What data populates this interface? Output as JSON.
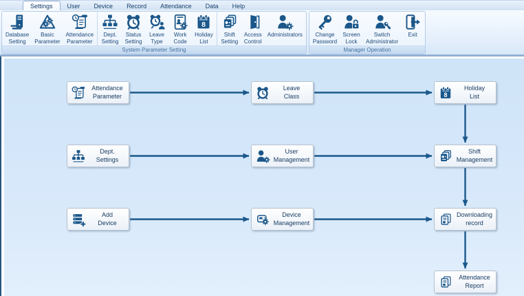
{
  "tabs": [
    {
      "label": "Settings",
      "active": true
    },
    {
      "label": "User",
      "active": false
    },
    {
      "label": "Device",
      "active": false
    },
    {
      "label": "Record",
      "active": false
    },
    {
      "label": "Attendance",
      "active": false
    },
    {
      "label": "Data",
      "active": false
    },
    {
      "label": "Help",
      "active": false
    }
  ],
  "ribbon": {
    "groups": [
      {
        "label": "System Parameter Setting",
        "clusters": [
          [
            {
              "label": "Database Setting",
              "icon": "computer-tower-icon"
            },
            {
              "label": "Basic Parameter",
              "icon": "triangle-gears-icon"
            },
            {
              "label": "Attendance Parameter",
              "icon": "scroll-clock-icon"
            }
          ],
          [
            {
              "label": "Dept. Setting",
              "icon": "org-tree-icon"
            },
            {
              "label": "Status Setting",
              "icon": "alarm-clock-icon"
            },
            {
              "label": "Leave Type",
              "icon": "alarm-person-icon"
            },
            {
              "label": "Work Code",
              "icon": "badge-gear-icon"
            },
            {
              "label": "Holiday List",
              "icon": "calendar-icon"
            }
          ],
          [
            {
              "label": "Shift Setting",
              "icon": "cards-stack-icon"
            },
            {
              "label": "Access Control",
              "icon": "door-icon"
            },
            {
              "label": "Administrators",
              "icon": "person-gear-icon"
            }
          ]
        ]
      },
      {
        "label": "Manager Operation",
        "clusters": [
          [
            {
              "label": "Change Password",
              "icon": "key-icon"
            },
            {
              "label": "Screen Lock",
              "icon": "person-lock-icon"
            },
            {
              "label": "Switch Administrator",
              "icon": "person-key-icon"
            },
            {
              "label": "Exit",
              "icon": "exit-door-icon"
            }
          ]
        ]
      }
    ]
  },
  "flowchart": {
    "nodes": [
      {
        "id": "attendance-parameter",
        "label": "Attendance Parameter",
        "icon": "scroll-clock-icon",
        "col": 0,
        "row": 0
      },
      {
        "id": "leave-class",
        "label": "Leave Class",
        "icon": "alarm-clock-icon",
        "col": 1,
        "row": 0
      },
      {
        "id": "holiday-list",
        "label": "Holiday List",
        "icon": "calendar-icon",
        "col": 2,
        "row": 0
      },
      {
        "id": "dept-settings",
        "label": "Dept. Settings",
        "icon": "org-tree-icon",
        "col": 0,
        "row": 1
      },
      {
        "id": "user-management",
        "label": "User Management",
        "icon": "person-gear-icon",
        "col": 1,
        "row": 1
      },
      {
        "id": "shift-management",
        "label": "Shift Management",
        "icon": "cards-stack-icon",
        "col": 2,
        "row": 1
      },
      {
        "id": "add-device",
        "label": "Add Device",
        "icon": "server-plus-icon",
        "col": 0,
        "row": 2
      },
      {
        "id": "device-management",
        "label": "Device Management",
        "icon": "device-gear-icon",
        "col": 1,
        "row": 2
      },
      {
        "id": "downloading-record",
        "label": "Downloading record",
        "icon": "document-icon",
        "col": 2,
        "row": 2
      },
      {
        "id": "attendance-report",
        "label": "Attendance Report",
        "icon": "document-icon",
        "col": 2,
        "row": 3
      }
    ],
    "arrows": [
      {
        "from": "attendance-parameter",
        "to": "leave-class"
      },
      {
        "from": "leave-class",
        "to": "holiday-list"
      },
      {
        "from": "dept-settings",
        "to": "user-management"
      },
      {
        "from": "user-management",
        "to": "shift-management"
      },
      {
        "from": "add-device",
        "to": "device-management"
      },
      {
        "from": "device-management",
        "to": "downloading-record"
      },
      {
        "from": "holiday-list",
        "to": "shift-management"
      },
      {
        "from": "shift-management",
        "to": "downloading-record"
      },
      {
        "from": "downloading-record",
        "to": "attendance-report"
      }
    ]
  },
  "colors": {
    "icon_primary": "#1b578a",
    "arrow": "#1a588c",
    "tab_text": "#17406d",
    "ribbon_label_text": "#1d4a7a",
    "group_label_text": "#44719e",
    "node_text": "#15395f"
  }
}
